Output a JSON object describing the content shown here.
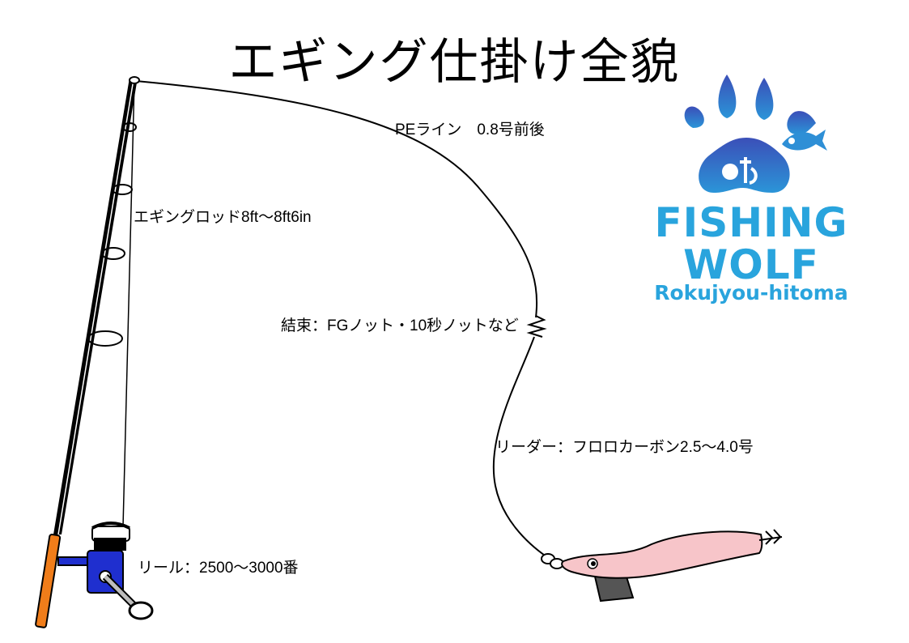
{
  "title": "エギング仕掛け全貌",
  "labels": {
    "pe_line": "PEライン　0.8号前後",
    "rod": "エギングロッド8ft〜8ft6in",
    "knot": "結束：FGノット・10秒ノットなど",
    "leader": "リーダー：フロロカーボン2.5〜4.0号",
    "reel": "リール：2500〜3000番"
  },
  "logo": {
    "line1": "FISHING",
    "line2": "WOLF",
    "line3": "Rokujyou-hitoma",
    "color": "#29a4dd",
    "paw_color": "#3b6fc4"
  },
  "colors": {
    "rod_grip": "#f07d1a",
    "reel_body": "#1f2fcf",
    "egi_body": "#f7c5c9",
    "egi_sinker": "#555555"
  }
}
